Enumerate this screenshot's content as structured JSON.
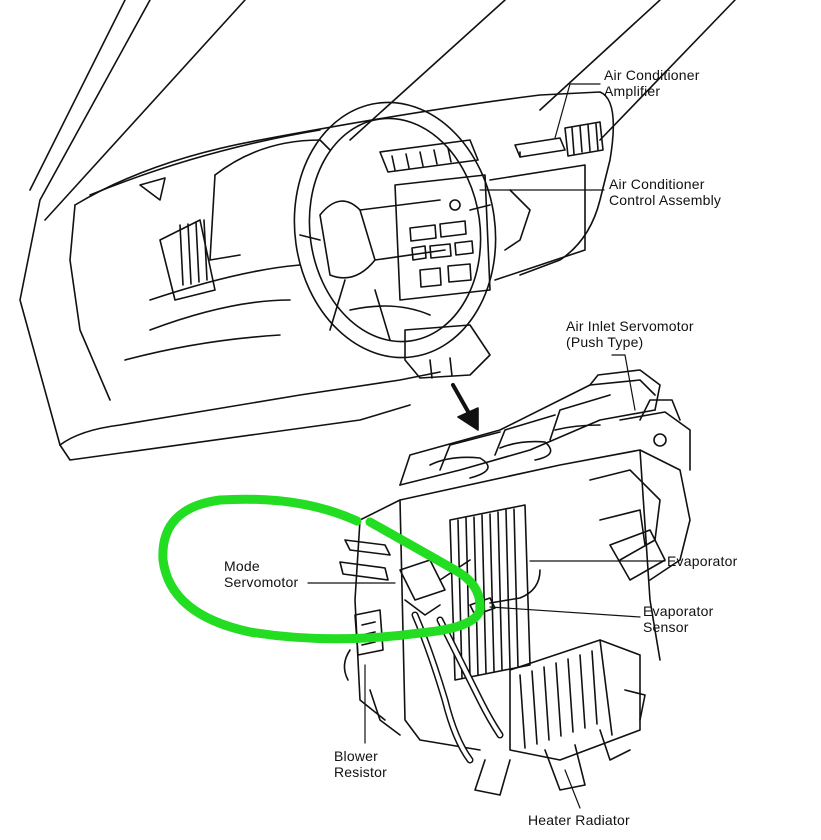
{
  "diagram": {
    "labels": {
      "ac_amplifier": [
        "Air Conditioner",
        "Amplifier"
      ],
      "ac_control": [
        "Air Conditioner",
        "Control Assembly"
      ],
      "air_inlet": [
        "Air Inlet Servomotor",
        "(Push Type)"
      ],
      "mode_servo": [
        "Mode",
        "Servomotor"
      ],
      "evaporator": [
        "Evaporator"
      ],
      "evap_sensor": [
        "Evaporator",
        "Sensor"
      ],
      "blower_resistor": [
        "Blower",
        "Resistor"
      ],
      "heater_radiator": [
        "Heater Radiator"
      ]
    },
    "colors": {
      "ink": "#111111",
      "highlight": "#22dd22",
      "background": "#ffffff"
    }
  }
}
